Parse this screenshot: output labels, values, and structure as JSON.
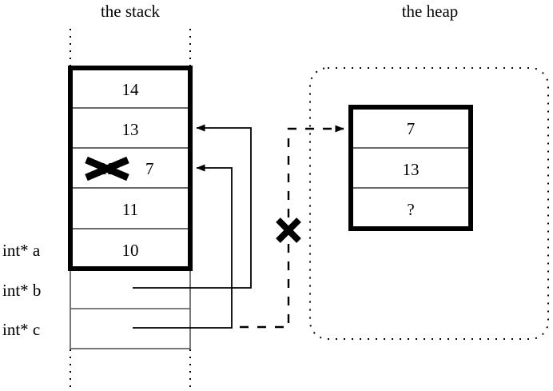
{
  "diagram": {
    "type": "memory-diagram",
    "stack": {
      "title": "the stack",
      "cells": [
        {
          "value": "14",
          "label": ""
        },
        {
          "value": "13",
          "label": ""
        },
        {
          "value": "12",
          "struck": true,
          "replacement": "7",
          "label": ""
        },
        {
          "value": "11",
          "label": ""
        },
        {
          "value": "10",
          "label": "int* a"
        },
        {
          "value": "",
          "label": "int* b"
        },
        {
          "value": "",
          "label": "int* c"
        }
      ]
    },
    "heap": {
      "title": "the heap",
      "cells": [
        {
          "value": "7"
        },
        {
          "value": "13"
        },
        {
          "value": "?"
        }
      ]
    },
    "annotations": {
      "invalid_mark": "✕",
      "struck_mark": "✕"
    },
    "colors": {
      "ink": "#000000",
      "background": "#ffffff",
      "thin_rule": "#555555"
    }
  }
}
